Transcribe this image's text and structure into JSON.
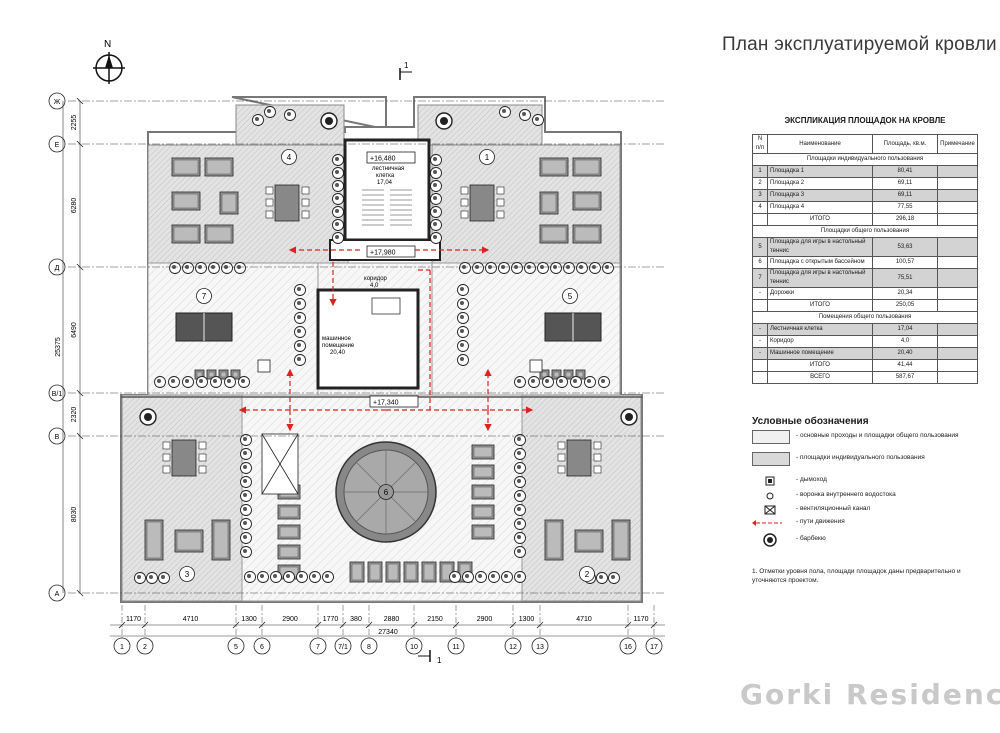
{
  "title": "План эксплуатируемой кровли",
  "brand": "Gorki Residence",
  "north": "N",
  "section_marker": "1",
  "plan": {
    "row_axes": [
      "Ж",
      "Е",
      "Д",
      "В/1",
      "В",
      "А"
    ],
    "left_dims": [
      "2255",
      "6280",
      "6490",
      "2320",
      "8030"
    ],
    "total_left_dim": "25375",
    "col_axes": [
      "1",
      "2",
      "5",
      "6",
      "7",
      "7/1",
      "8",
      "10",
      "11",
      "12",
      "13",
      "16",
      "17"
    ],
    "bottom_dims": [
      "1170",
      "4710",
      "1300",
      "2900",
      "1770",
      "380",
      "2880",
      "2150",
      "2900",
      "1300",
      "4710",
      "1170"
    ],
    "total_bottom_dim": "27340",
    "levels": [
      "+16,480",
      "+17,980",
      "+17,340"
    ],
    "zones": [
      "1",
      "2",
      "3",
      "4",
      "5",
      "6",
      "7"
    ],
    "stair_label": [
      "лестничная",
      "клетка",
      "17,04"
    ],
    "corridor_label": [
      "коридор",
      "4,0"
    ],
    "machine_label": [
      "машинное",
      "помещение",
      "20,40"
    ]
  },
  "explication": {
    "title": "ЭКСПЛИКАЦИЯ ПЛОЩАДОК НА КРОВЛЕ",
    "headers": [
      "N п/п",
      "Наименование",
      "Площадь, кв.м.",
      "Примечание"
    ],
    "rows": [
      {
        "type": "section",
        "name": "Площадки индивидуального пользования"
      },
      {
        "type": "row",
        "n": "1",
        "name": "Площадка 1",
        "area": "80,41",
        "shade": true
      },
      {
        "type": "row",
        "n": "2",
        "name": "Площадка 2",
        "area": "69,11",
        "shade": false
      },
      {
        "type": "row",
        "n": "3",
        "name": "Площадка 3",
        "area": "69,11",
        "shade": true
      },
      {
        "type": "row",
        "n": "4",
        "name": "Площадка 4",
        "area": "77,55",
        "shade": false
      },
      {
        "type": "total",
        "n": "",
        "name": "ИТОГО",
        "area": "296,18"
      },
      {
        "type": "section",
        "name": "Площадки общего пользования"
      },
      {
        "type": "row",
        "n": "5",
        "name": "Площадка для игры в настольный теннис",
        "area": "53,63",
        "shade": true
      },
      {
        "type": "row",
        "n": "6",
        "name": "Площадка с открытым бассейном",
        "area": "100,57",
        "shade": false
      },
      {
        "type": "row",
        "n": "7",
        "name": "Площадка для игры в настольный теннис",
        "area": "75,51",
        "shade": true
      },
      {
        "type": "row",
        "n": "-",
        "name": "Дорожки",
        "area": "20,34",
        "shade": false
      },
      {
        "type": "total",
        "n": "",
        "name": "ИТОГО",
        "area": "250,05"
      },
      {
        "type": "section",
        "name": "Помещения общего пользования"
      },
      {
        "type": "row",
        "n": "-",
        "name": "Лестничная клетка",
        "area": "17,04",
        "shade": true
      },
      {
        "type": "row",
        "n": "-",
        "name": "Коридор",
        "area": "4,0",
        "shade": false
      },
      {
        "type": "row",
        "n": "-",
        "name": "Машинное помещение",
        "area": "20,40",
        "shade": true
      },
      {
        "type": "total",
        "n": "",
        "name": "ИТОГО",
        "area": "41,44"
      },
      {
        "type": "total",
        "n": "",
        "name": "ВСЕГО",
        "area": "587,67"
      }
    ]
  },
  "legend": {
    "title": "Условные обозначения",
    "items": [
      {
        "icon": "light-hatch-swatch",
        "label": "- основные проходы и  площадки общего пользования"
      },
      {
        "icon": "dark-hatch-swatch",
        "label": "- площадки индивидуального пользования"
      },
      {
        "icon": "chimney-icon",
        "label": "- дымоход"
      },
      {
        "icon": "drain-funnel-icon",
        "label": "- воронка внутреннего водостока"
      },
      {
        "icon": "vent-channel-icon",
        "label": "- вентиляционный канал"
      },
      {
        "icon": "route-arrow-icon",
        "label": "- пути движения"
      },
      {
        "icon": "barbecue-icon",
        "label": "- барбекю"
      }
    ]
  },
  "note": "1. Отметки уровня пола, площади площадок даны предварительно и уточняются проектом."
}
